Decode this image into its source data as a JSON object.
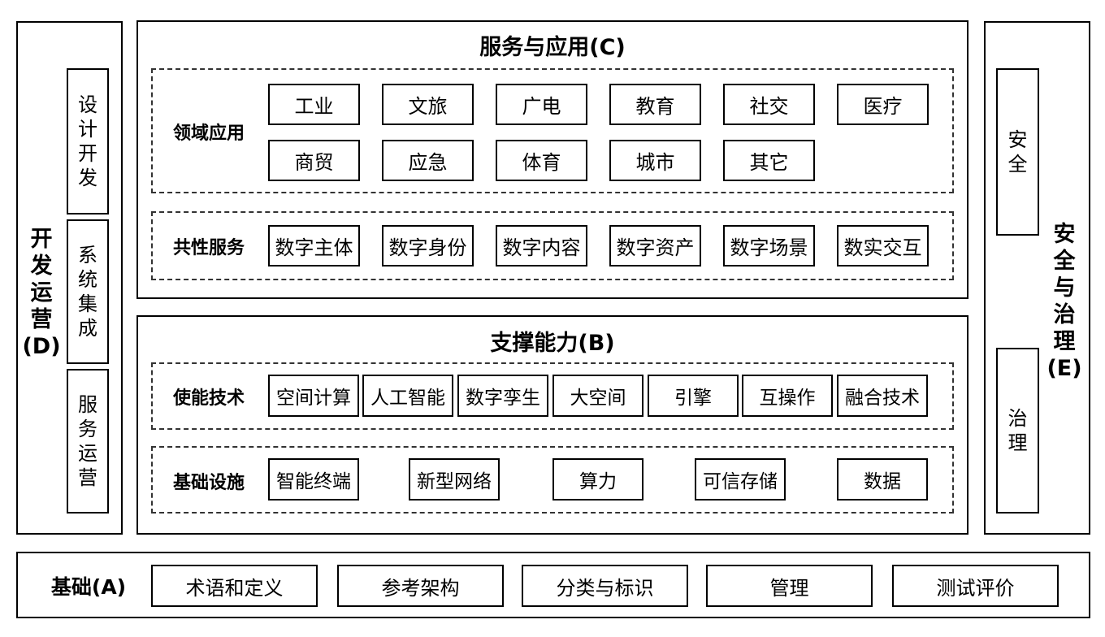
{
  "left_column": {
    "title": "开发运营",
    "title_code": "(D)",
    "items": [
      "设计开发",
      "系统集成",
      "服务运营"
    ]
  },
  "right_column": {
    "title": "安全与治理",
    "title_code": "(E)",
    "items": [
      "安全",
      "治理"
    ]
  },
  "services": {
    "title": "服务与应用(C)",
    "domain_label": "领域应用",
    "domain_row1": [
      "工业",
      "文旅",
      "广电",
      "教育",
      "社交",
      "医疗"
    ],
    "domain_row2": [
      "商贸",
      "应急",
      "体育",
      "城市",
      "其它"
    ],
    "common_label": "共性服务",
    "common_items": [
      "数字主体",
      "数字身份",
      "数字内容",
      "数字资产",
      "数字场景",
      "数实交互"
    ]
  },
  "support": {
    "title": "支撑能力(B)",
    "enabling_label": "使能技术",
    "enabling_items": [
      "空间计算",
      "人工智能",
      "数字孪生",
      "大空间",
      "引擎",
      "互操作",
      "融合技术"
    ],
    "infra_label": "基础设施",
    "infra_items": [
      "智能终端",
      "新型网络",
      "算力",
      "可信存储",
      "数据"
    ]
  },
  "foundation": {
    "title": "基础(A)",
    "items": [
      "术语和定义",
      "参考架构",
      "分类与标识",
      "管理",
      "测试评价"
    ]
  }
}
